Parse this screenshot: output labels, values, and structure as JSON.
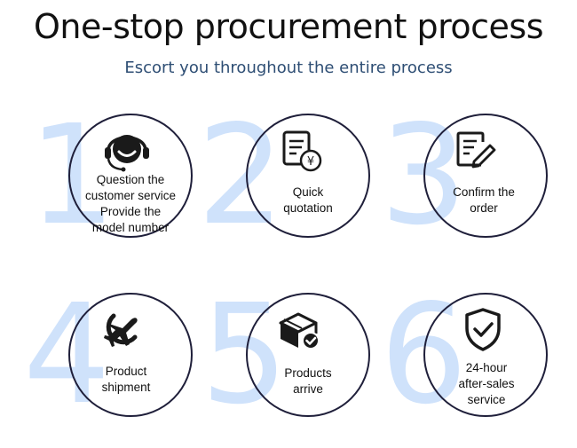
{
  "header": {
    "title": "One-stop procurement process",
    "subtitle": "Escort you throughout the entire process"
  },
  "steps": [
    {
      "number": "1",
      "icon": "customer-service-headset-icon",
      "lines": [
        "Question the",
        "customer service",
        "Provide the",
        "model number"
      ]
    },
    {
      "number": "2",
      "icon": "quotation-document-yen-icon",
      "lines": [
        "Quick",
        "quotation"
      ]
    },
    {
      "number": "3",
      "icon": "confirm-order-pen-icon",
      "lines": [
        "Confirm the",
        "order"
      ]
    },
    {
      "number": "4",
      "icon": "shipment-plane-icon",
      "lines": [
        "Product",
        "shipment"
      ]
    },
    {
      "number": "5",
      "icon": "package-box-check-icon",
      "lines": [
        "Products",
        "arrive"
      ]
    },
    {
      "number": "6",
      "icon": "shield-check-icon",
      "lines": [
        "24-hour",
        "after-sales",
        "service"
      ]
    }
  ],
  "colors": {
    "digit": "#cfe2fb",
    "circle_border": "#1f1f3a",
    "subtitle": "#2e4e74",
    "icon": "#1a1a1a"
  }
}
